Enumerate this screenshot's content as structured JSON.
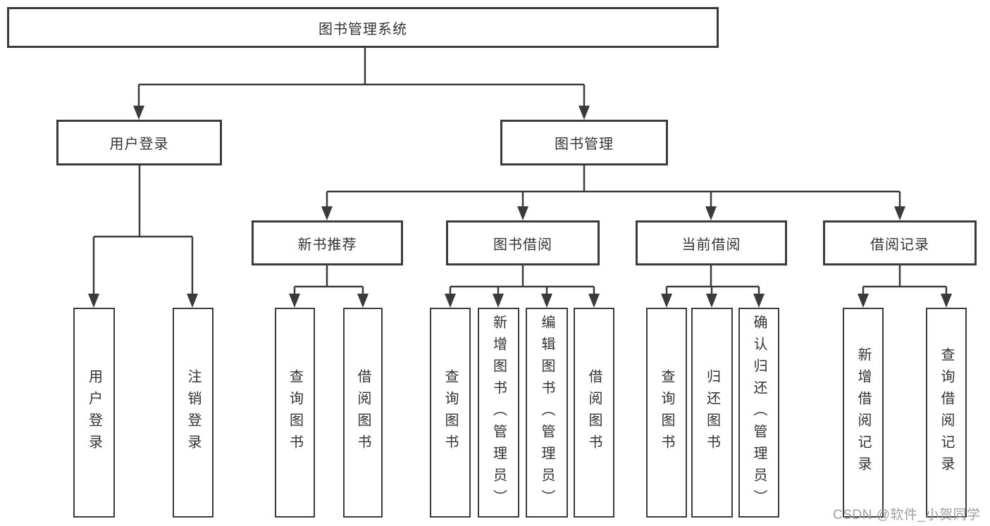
{
  "diagram": {
    "root": {
      "label": "图书管理系统"
    },
    "level2": [
      {
        "label": "用户登录",
        "children": [
          {
            "label": "用户登录"
          },
          {
            "label": "注销登录"
          }
        ]
      },
      {
        "label": "图书管理",
        "children": [
          {
            "label": "新书推荐",
            "children": [
              {
                "label": "查询图书"
              },
              {
                "label": "借阅图书"
              }
            ]
          },
          {
            "label": "图书借阅",
            "children": [
              {
                "label": "查询图书"
              },
              {
                "label": "新增图书（管理员）"
              },
              {
                "label": "编辑图书（管理员）"
              },
              {
                "label": "借阅图书"
              }
            ]
          },
          {
            "label": "当前借阅",
            "children": [
              {
                "label": "查询图书"
              },
              {
                "label": "归还图书"
              },
              {
                "label": "确认归还（管理员）"
              }
            ]
          },
          {
            "label": "借阅记录",
            "children": [
              {
                "label": "新增借阅记录"
              },
              {
                "label": "查询借阅记录"
              }
            ]
          }
        ]
      }
    ]
  },
  "watermark": {
    "text": "CSDN @软件_小贺同学"
  },
  "colors": {
    "line": "#3b3b3b",
    "box_border": "#3b3b3b",
    "text": "#333333",
    "watermark": "#9e9e9e",
    "background": "#ffffff"
  }
}
